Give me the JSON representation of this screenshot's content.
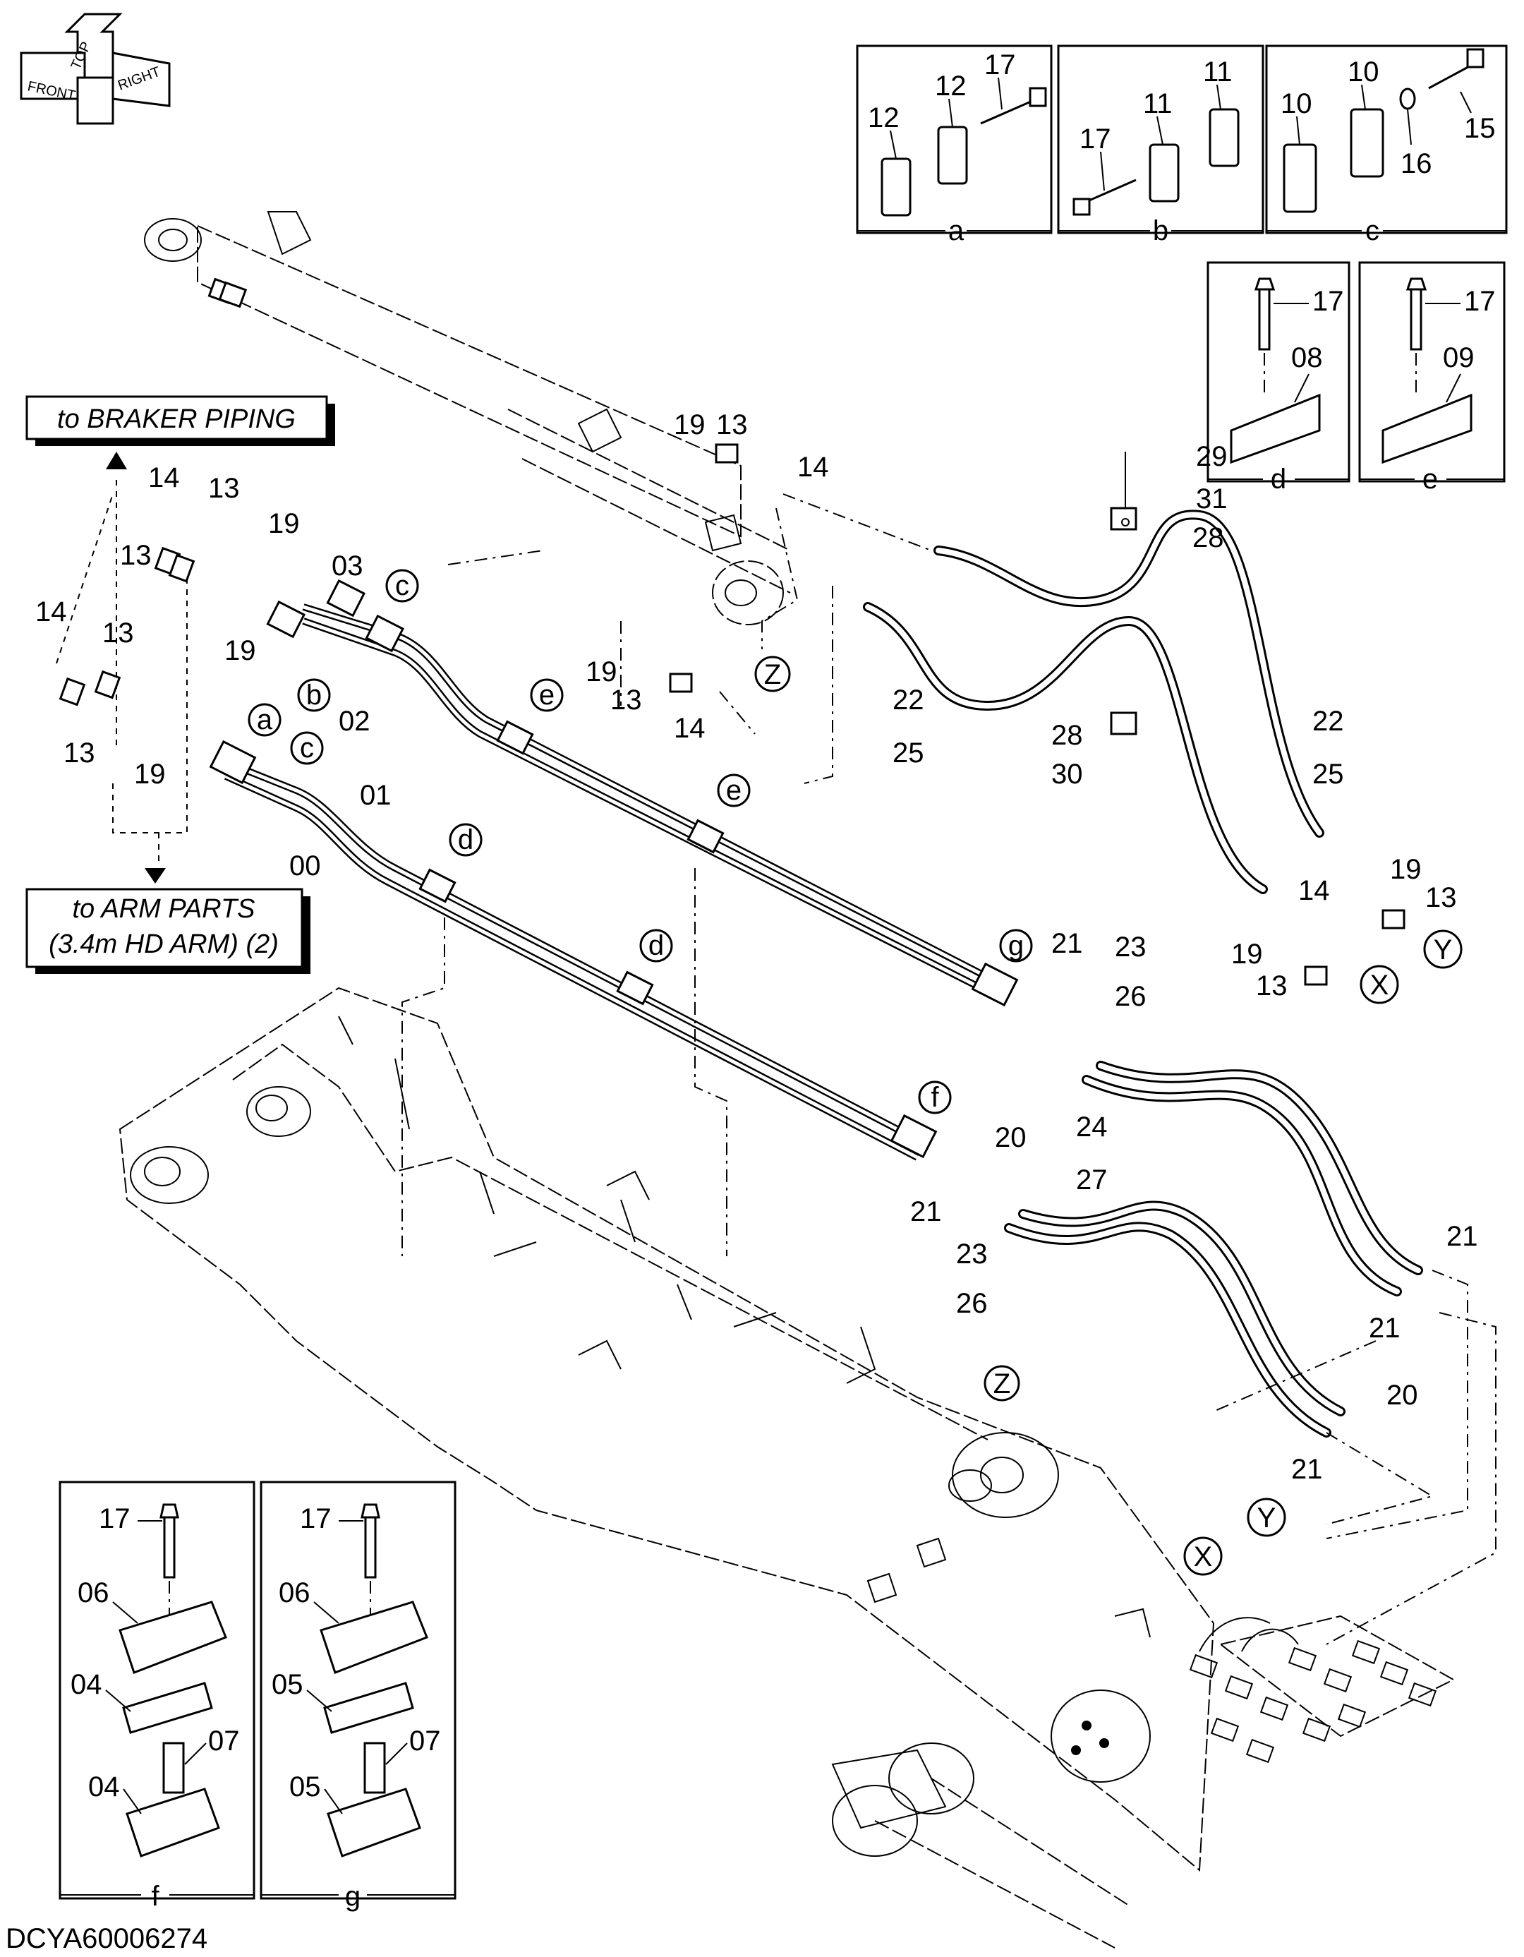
{
  "drawing_id": "DCYA60006274",
  "orientation": {
    "front": "FRONT",
    "top": "TOP",
    "right": "RIGHT"
  },
  "callouts": {
    "braker": "to BRAKER PIPING",
    "arm_line1": "to ARM PARTS",
    "arm_line2": "(3.4m HD ARM) (2)"
  },
  "detail_boxes": {
    "a": {
      "caption": "a",
      "labels": [
        "12",
        "12",
        "17"
      ]
    },
    "b": {
      "caption": "b",
      "labels": [
        "11",
        "11",
        "17"
      ]
    },
    "c": {
      "caption": "c",
      "labels": [
        "10",
        "10",
        "15",
        "16"
      ]
    },
    "d": {
      "caption": "d",
      "labels": [
        "17",
        "08"
      ]
    },
    "e": {
      "caption": "e",
      "labels": [
        "17",
        "09"
      ]
    },
    "f": {
      "caption": "f",
      "labels": [
        "17",
        "06",
        "04",
        "07",
        "04"
      ]
    },
    "g": {
      "caption": "g",
      "labels": [
        "17",
        "06",
        "05",
        "07",
        "05"
      ]
    }
  },
  "circle_markers": {
    "a": "a",
    "b": "b",
    "c": "c",
    "d": "d",
    "e": "e",
    "f": "f",
    "g": "g",
    "X": "X",
    "Y": "Y",
    "Z": "Z"
  },
  "part_labels": {
    "n00": "00",
    "n01": "01",
    "n02": "02",
    "n03": "03",
    "n13": "13",
    "n14": "14",
    "n19": "19",
    "n20": "20",
    "n21": "21",
    "n22": "22",
    "n23": "23",
    "n24": "24",
    "n25": "25",
    "n26": "26",
    "n27": "27",
    "n28": "28",
    "n29": "29",
    "n30": "30",
    "n31": "31"
  },
  "colors": {
    "ink": "#000000",
    "paper": "#ffffff"
  }
}
